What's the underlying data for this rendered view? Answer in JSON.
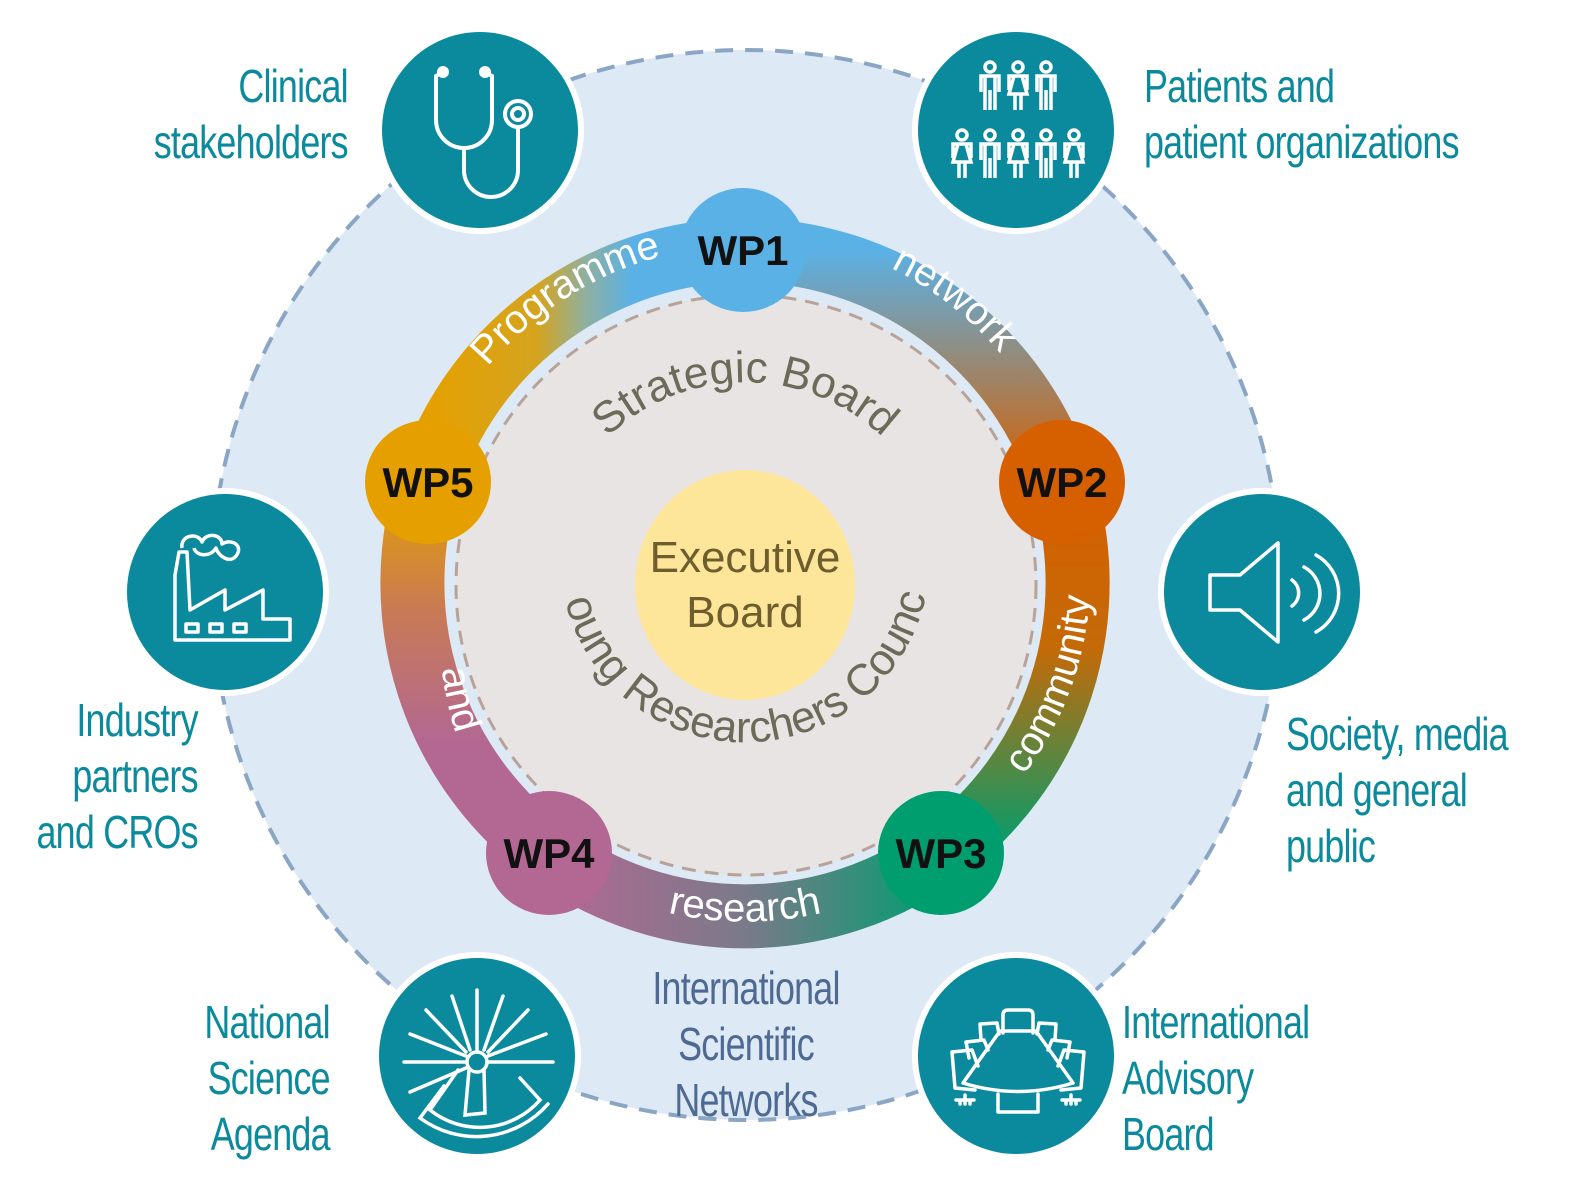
{
  "colors": {
    "teal": "#0a8a9c",
    "outer_fill": "#dde9f5",
    "outer_dash": "#8ba5c4",
    "inner_fill": "#e8e4e3",
    "inner_dash": "#b8a39a",
    "exec_fill": "#fde59a",
    "exec_text": "#6e5e2e",
    "inner_text": "#6b6b5a",
    "isn_text": "#4f6a92"
  },
  "center": {
    "executive_board": [
      "Executive",
      "Board"
    ],
    "strategic_board": "Strategic Board",
    "young_researchers_council": "Young Researchers Council"
  },
  "ring": {
    "words": [
      "Programme",
      "network",
      "community",
      "research",
      "and"
    ]
  },
  "work_packages": [
    {
      "label": "WP1",
      "color": "#5ab1e6"
    },
    {
      "label": "WP2",
      "color": "#d65f00"
    },
    {
      "label": "WP3",
      "color": "#009e6f"
    },
    {
      "label": "WP4",
      "color": "#b36893"
    },
    {
      "label": "WP5",
      "color": "#e5a000"
    }
  ],
  "stakeholders": [
    {
      "icon": "stethoscope-icon",
      "lines": [
        "Clinical",
        "stakeholders"
      ]
    },
    {
      "icon": "people-group-icon",
      "lines": [
        "Patients and",
        "patient organizations"
      ]
    },
    {
      "icon": "factory-icon",
      "lines": [
        "Industry",
        "partners",
        "and CROs"
      ]
    },
    {
      "icon": "speaker-icon",
      "lines": [
        "Society, media",
        "and general",
        "public"
      ]
    },
    {
      "icon": "science-agenda-icon",
      "lines": [
        "National",
        "Science",
        "Agenda"
      ]
    },
    {
      "icon": "boardroom-table-icon",
      "lines": [
        "International",
        "Advisory",
        "Board"
      ]
    }
  ],
  "international_networks": [
    "International",
    "Scientific",
    "Networks"
  ]
}
